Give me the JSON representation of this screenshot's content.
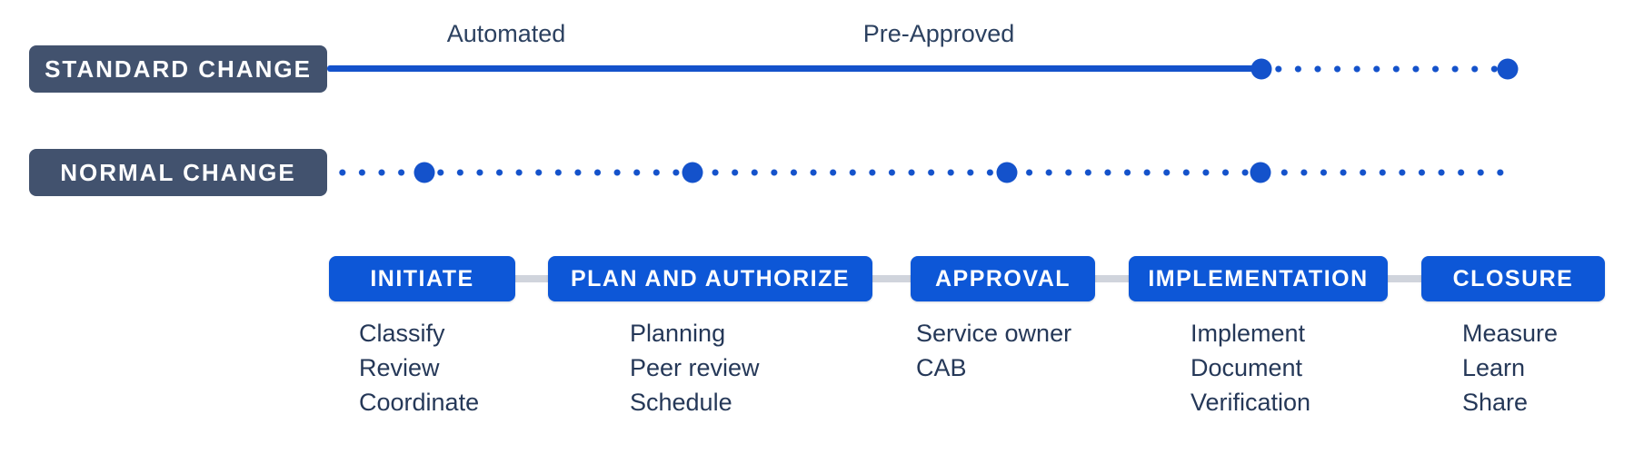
{
  "diagram": {
    "title_semantic": "change-management-process-timeline",
    "colors": {
      "track_label_bg": "#42526E",
      "line_blue": "#1452CB",
      "stage_blue": "#0D57D7",
      "text_dark": "#253858",
      "annotation_text": "#2C4160",
      "connector_gray": "#D0D4DC",
      "background": "#FFFFFF"
    },
    "standard_track": {
      "label": "STANDARD CHANGE",
      "annotations": [
        "Automated",
        "Pre-Approved"
      ],
      "line_style": "solid then dotted",
      "milestone_count": 2
    },
    "normal_track": {
      "label": "NORMAL CHANGE",
      "line_style": "dotted",
      "milestone_count": 4
    },
    "stages": [
      {
        "label": "INITIATE",
        "items": [
          "Classify",
          "Review",
          "Coordinate"
        ]
      },
      {
        "label": "PLAN AND AUTHORIZE",
        "items": [
          "Planning",
          "Peer review",
          "Schedule"
        ]
      },
      {
        "label": "APPROVAL",
        "items": [
          "Service owner",
          "CAB"
        ]
      },
      {
        "label": "IMPLEMENTATION",
        "items": [
          "Implement",
          "Document",
          "Verification"
        ]
      },
      {
        "label": "CLOSURE",
        "items": [
          "Measure",
          "Learn",
          "Share"
        ]
      }
    ]
  }
}
